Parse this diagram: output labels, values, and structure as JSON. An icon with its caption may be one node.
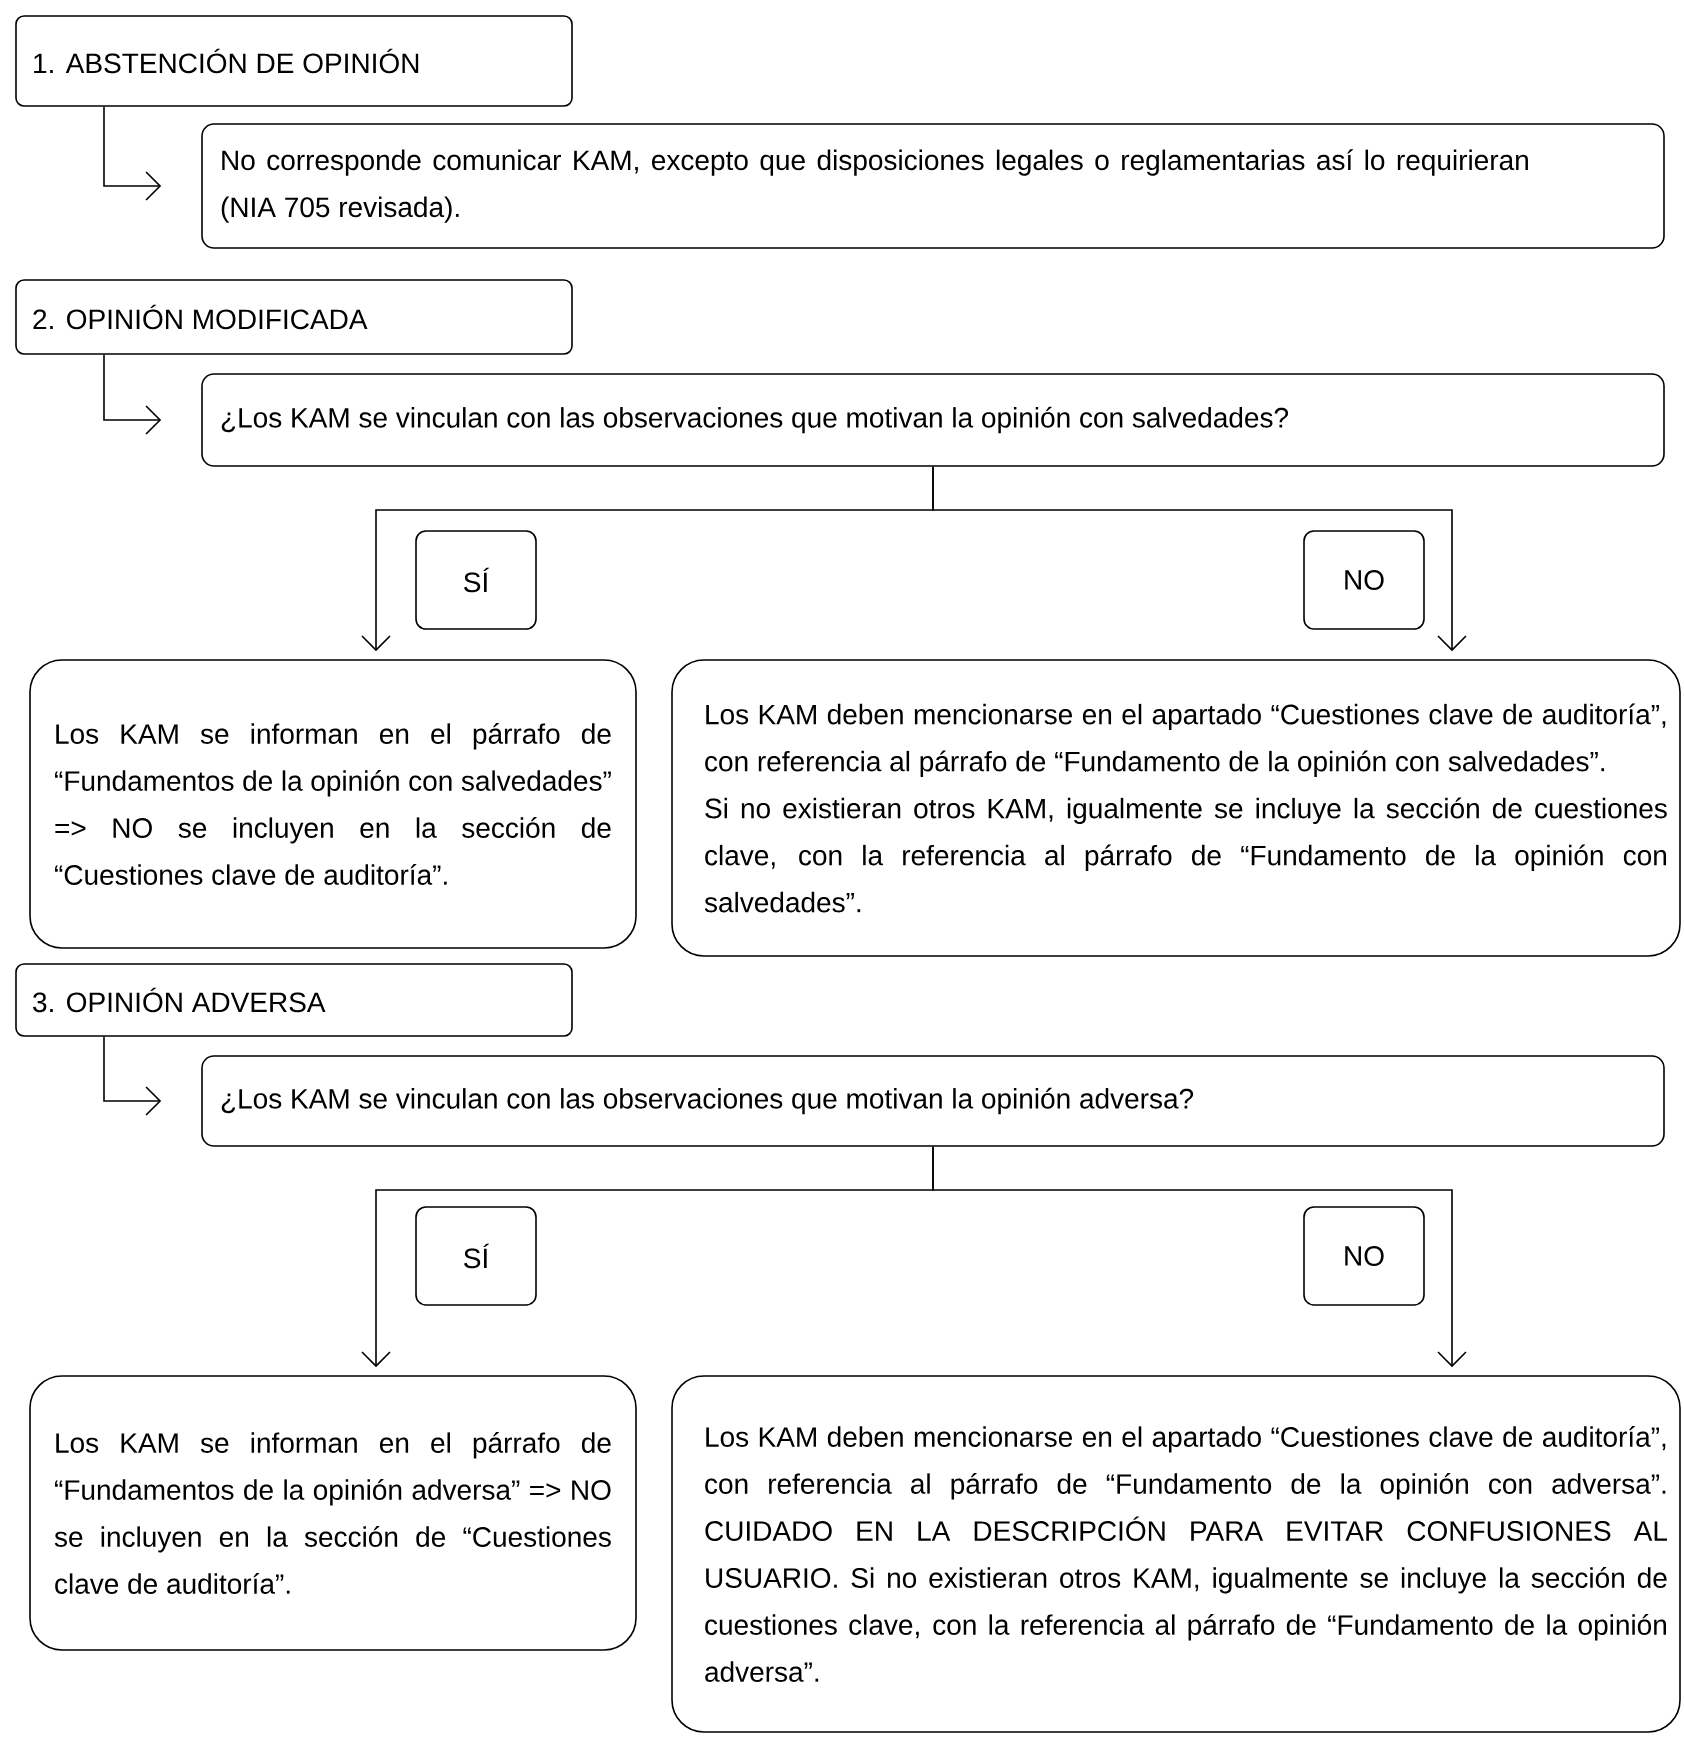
{
  "diagram": {
    "nodes": [
      {
        "text": [
          "1. ABSTENCIÓN DE OPINIÓN"
        ]
      },
      {
        "text": [
          "No corresponde comunicar KAM, excepto que disposiciones legales o reglamentarias así lo requirieran (NIA 705 revisada)."
        ]
      },
      {
        "text": [
          "2. OPINIÓN MODIFICADA"
        ]
      },
      {
        "text": [
          "¿Los KAM se vinculan con las observaciones que motivan la opinión con salvedades?"
        ]
      },
      {
        "text": [
          "Los KAM se informan en el párrafo de “Fundamentos de la opinión con salvedades”  => NO se incluyen en la sección de “Cuestiones clave de auditoría”."
        ]
      },
      {
        "text": [
          "Los KAM deben mencionarse en el apartado “Cuestiones clave de auditoría”, con referencia al párrafo de “Fundamento de la opinión con salvedades”.",
          "Si no existieran otros KAM, igualmente se incluye la sección de cuestiones clave, con la referencia al párrafo de “Fundamento de la opinión con salvedades”."
        ]
      },
      {
        "text": [
          "3. OPINIÓN ADVERSA"
        ]
      },
      {
        "text": [
          "¿Los KAM se vinculan con las observaciones que motivan la opinión adversa?"
        ]
      },
      {
        "text": [
          "Los KAM se informan en el párrafo de “Fundamentos de la opinión adversa”  => NO se incluyen en la sección de “Cuestiones clave de auditoría”."
        ]
      },
      {
        "text": [
          "Los KAM deben mencionarse en el apartado “Cuestiones clave de auditoría”, con referencia al párrafo de “Fundamento de la opinión con adversa”. CUIDADO EN LA DESCRIPCIÓN PARA EVITAR CONFUSIONES AL USUARIO. Si no existieran otros KAM, igualmente se incluye la sección de cuestiones clave, con la referencia al párrafo de “Fundamento de la opinión adversa”."
        ]
      }
    ],
    "edges": [
      {
        "from": 0,
        "to": 1,
        "arrow": "to"
      },
      {
        "from": 2,
        "to": 3,
        "arrow": "to"
      },
      {
        "from": 3,
        "to": 4,
        "arrow": "to",
        "label": "SÍ"
      },
      {
        "from": 3,
        "to": 5,
        "arrow": "to",
        "label": "NO"
      },
      {
        "from": 6,
        "to": 7,
        "arrow": "to"
      },
      {
        "from": 7,
        "to": 8,
        "arrow": "to",
        "label": "SÍ"
      },
      {
        "from": 7,
        "to": 9,
        "arrow": "to",
        "label": "NO"
      }
    ]
  }
}
